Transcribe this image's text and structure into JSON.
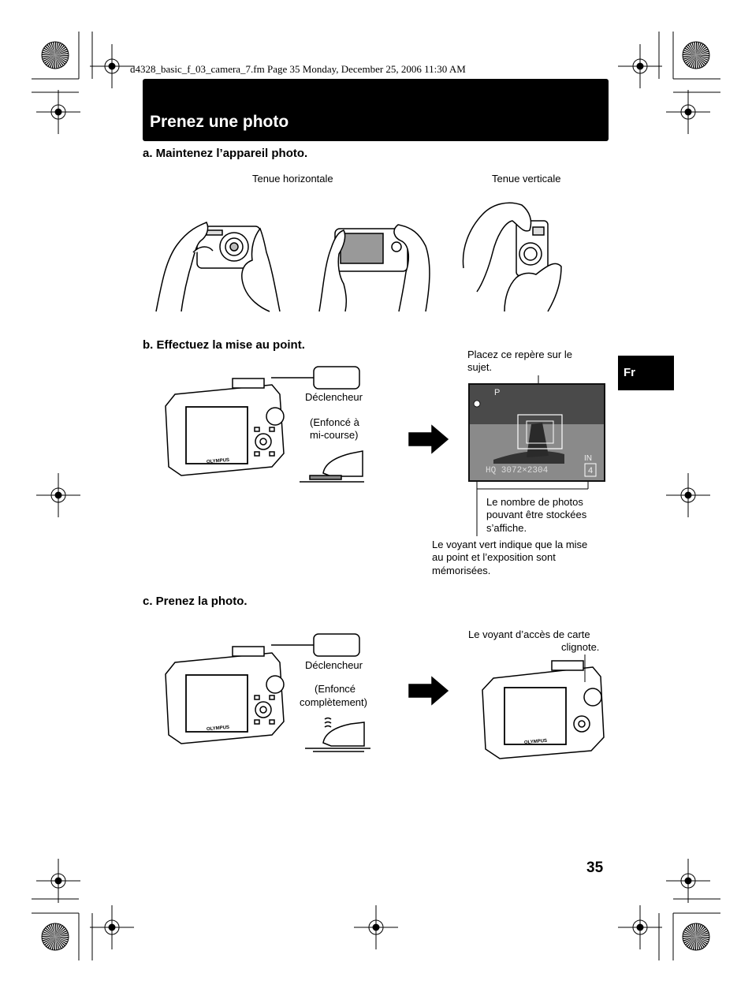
{
  "header": {
    "file_line": "d4328_basic_f_03_camera_7.fm  Page 35  Monday, December 25, 2006  11:30 AM"
  },
  "title": "Prenez une photo",
  "language_tab": "Fr",
  "page_number": "35",
  "section_a": {
    "heading": "a.  Maintenez l’appareil photo.",
    "label_horizontal": "Tenue horizontale",
    "label_vertical": "Tenue verticale"
  },
  "section_b": {
    "heading": "b.  Effectuez la mise au point.",
    "shutter_label": "Déclencheur",
    "press_line1": "(Enfoncé à",
    "press_line2": "mi-course)",
    "callout_target_line1": "Placez ce repère sur le",
    "callout_target_line2": "sujet.",
    "callout_count_line1": "Le nombre de photos",
    "callout_count_line2": "pouvant être stockées",
    "callout_count_line3": "s’affiche.",
    "callout_green_line1": "Le voyant vert indique que la mise",
    "callout_green_line2": "au point et l’exposition sont",
    "callout_green_line3": "mémorisées.",
    "lcd_mode": "P",
    "lcd_status": "HQ  3072×2304",
    "lcd_count": "4",
    "lcd_memory": "IN"
  },
  "section_c": {
    "heading": "c.  Prenez la photo.",
    "shutter_label": "Déclencheur",
    "press_line1": "(Enfoncé",
    "press_line2": "complètement)",
    "callout_card_line1": "Le voyant d’accès de carte",
    "callout_card_line2": "clignote."
  },
  "camera_brand": "OLYMPUS"
}
